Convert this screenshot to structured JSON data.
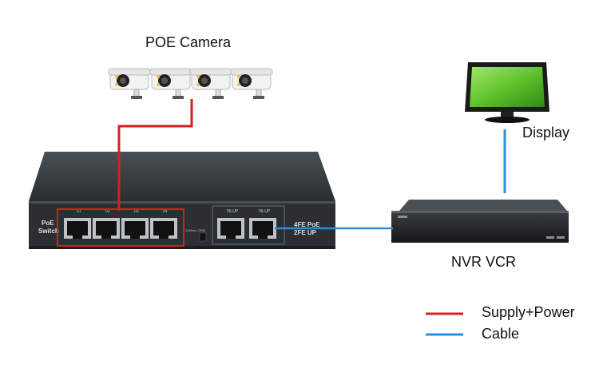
{
  "labels": {
    "camera": "POE Camera",
    "display": "Display",
    "nvr": "NVR VCR"
  },
  "switch": {
    "brand_line1": "PoE",
    "brand_line2": "Switch",
    "poe_ports": [
      "01",
      "02",
      "03",
      "04"
    ],
    "uplink_ports": [
      "05-UP",
      "06-UP"
    ],
    "spec_line1": "4FE PoE",
    "spec_line2": "2FE UP",
    "mode_text": "10Mbps  250M"
  },
  "legend": [
    {
      "label": "Supply+Power",
      "color": "#d42020"
    },
    {
      "label": "Cable",
      "color": "#2b8fe0"
    }
  ],
  "colors": {
    "power": "#d42020",
    "cable": "#2b8fe0",
    "switch_body": "#2d3135",
    "monitor_screen": "#5ec42a"
  }
}
